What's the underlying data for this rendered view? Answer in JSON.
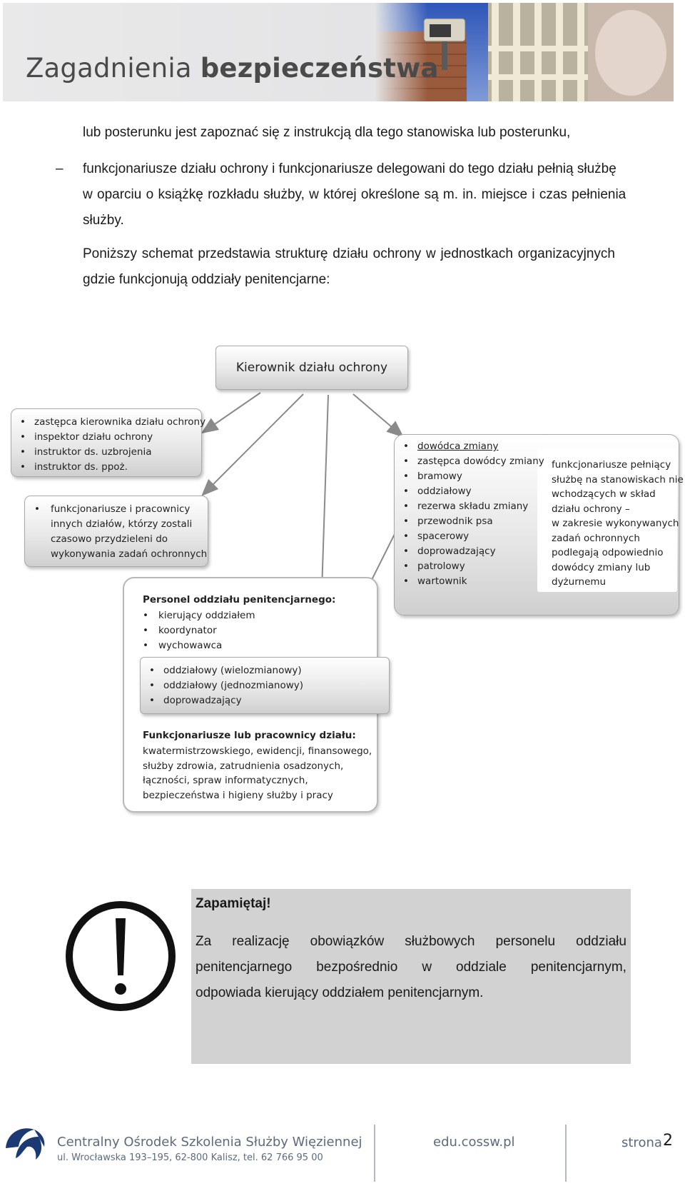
{
  "header": {
    "title_regular": "Zagadnienia ",
    "title_bold": "bezpieczeństwa"
  },
  "body": {
    "line1": "lub posterunku jest zapoznać się z instrukcją dla tego stanowiska lub posterunku,",
    "dash": "–",
    "item_line1": "funkcjonariusze działu ochrony i funkcjonariusze delegowani do tego działu pełnią służbę",
    "item_line2": "w oparciu o książkę rozkładu służby, w której określone są m. in. miejsce i czas pełnienia",
    "item_line3": "służby.",
    "para_line1": "Poniższy schemat przedstawia strukturę działu ochrony w jednostkach organizacyjnych",
    "para_line2": "gdzie funkcjonują oddziały penitencjarne:"
  },
  "diagram": {
    "head": "Kierownik działu ochrony",
    "box_management": [
      "zastępca kierownika działu ochrony",
      "inspektor działu ochrony",
      "instruktor ds. uzbrojenia",
      "instruktor ds. ppoż."
    ],
    "box_other_depts": [
      "funkcjonariusze i pracownicy",
      "innych działów, którzy zostali",
      "czasowo przydzieleni do",
      "wykonywania zadań ochronnych"
    ],
    "box_shift": [
      "dowódca zmiany",
      "zastępca dowódcy zmiany",
      "bramowy",
      "oddziałowy",
      "rezerwa składu zmiany",
      "przewodnik psa",
      "spacerowy",
      "doprowadzający",
      "patrolowy",
      "wartownik"
    ],
    "box_shift_note": [
      "funkcjonariusze pełniący",
      "służbę na stanowiskach nie",
      "wchodzących w skład",
      "działu ochrony –",
      "w zakresie wykonywanych",
      "zadań ochronnych",
      "podlegają odpowiednio",
      "dowódcy zmiany lub",
      "dyżurnemu"
    ],
    "ward_staff_title": "Personel oddziału penitencjarnego:",
    "ward_staff": [
      "kierujący oddziałem",
      "koordynator",
      "wychowawca"
    ],
    "ward_guards": [
      "oddziałowy (wielozmianowy)",
      "oddziałowy (jednozmianowy)",
      "doprowadzający"
    ],
    "dept_staff_title": "Funkcjonariusze lub pracownicy działu:",
    "dept_staff_lines": [
      "kwatermistrzowskiego, ewidencji, finansowego,",
      "służby zdrowia, zatrudnienia osadzonych,",
      "łączności, spraw informatycznych,",
      "bezpieczeństwa i higieny służby i pracy"
    ]
  },
  "notice": {
    "heading": "Zapamiętaj!",
    "line1_words": [
      "Za",
      "realizację",
      "obowiązków",
      "służbowych",
      "personelu",
      "oddziału"
    ],
    "line2_words": [
      "penitencjarnego",
      "bezpośrednio",
      "w",
      "oddziale",
      "penitencjarnym,"
    ],
    "line3": "odpowiada kierujący oddziałem penitencjarnym.",
    "icon": "exclamation-circle-icon"
  },
  "footer": {
    "org_name": "Centralny Ośrodek Szkolenia Służby Więziennej",
    "address": "ul. Wrocławska 193–195, 62-800 Kalisz, tel. 62 766 95 00",
    "website": "edu.cossw.pl",
    "page_label": "strona",
    "page_number": "2",
    "logo": "cossw-logo-icon",
    "accent": "#1b3a73"
  }
}
